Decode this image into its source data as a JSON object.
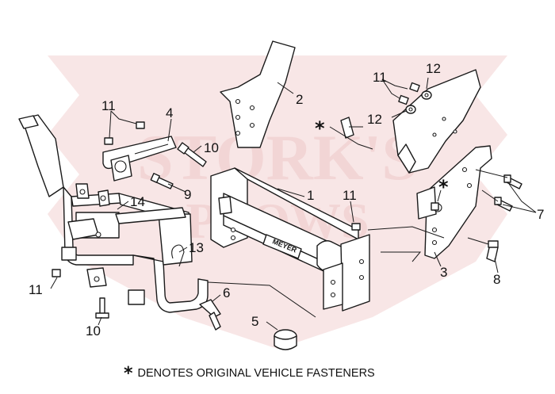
{
  "watermark": {
    "line1": "STORK'S",
    "line2": "PLOWS",
    "color": "#e8b4b4"
  },
  "callouts": [
    {
      "id": "c1",
      "label": "1"
    },
    {
      "id": "c2",
      "label": "2"
    },
    {
      "id": "c3",
      "label": "3"
    },
    {
      "id": "c4",
      "label": "4"
    },
    {
      "id": "c5",
      "label": "5"
    },
    {
      "id": "c6",
      "label": "6"
    },
    {
      "id": "c7",
      "label": "7"
    },
    {
      "id": "c8",
      "label": "8"
    },
    {
      "id": "c9",
      "label": "9"
    },
    {
      "id": "c10a",
      "label": "10"
    },
    {
      "id": "c10b",
      "label": "10"
    },
    {
      "id": "c11a",
      "label": "11"
    },
    {
      "id": "c11b",
      "label": "11"
    },
    {
      "id": "c11c",
      "label": "11"
    },
    {
      "id": "c11d",
      "label": "11"
    },
    {
      "id": "c12a",
      "label": "12"
    },
    {
      "id": "c12b",
      "label": "12"
    },
    {
      "id": "c13",
      "label": "13"
    },
    {
      "id": "c14",
      "label": "14"
    }
  ],
  "markers": {
    "asterisk": "*"
  },
  "brand_plate": "MEYER",
  "footnote": {
    "symbol": "*",
    "text": "DENOTES ORIGINAL VEHICLE FASTENERS"
  }
}
